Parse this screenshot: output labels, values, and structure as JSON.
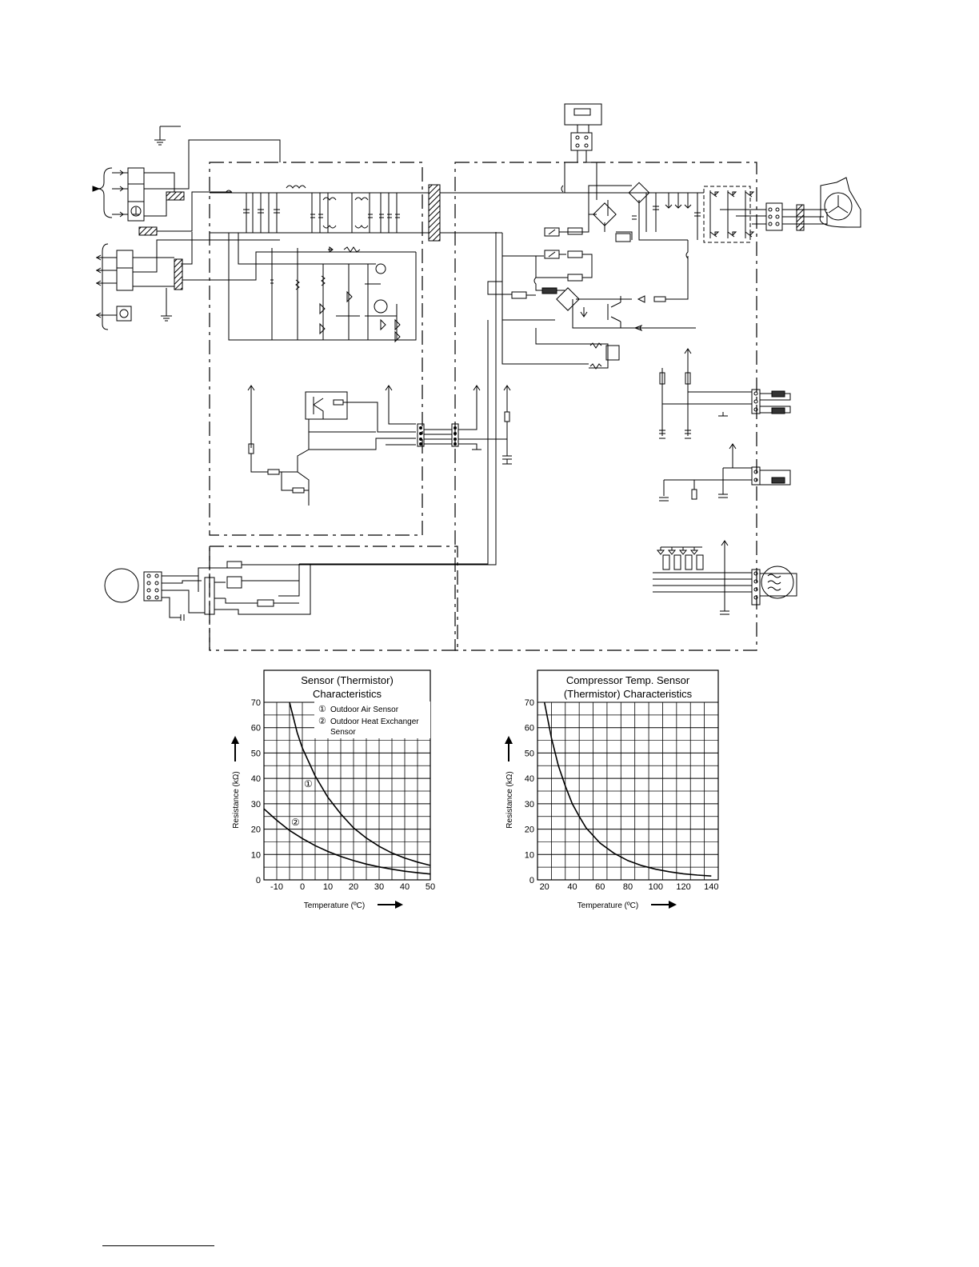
{
  "charts": [
    {
      "title_line1": "Sensor (Thermistor)",
      "title_line2": "Characteristics",
      "legend": [
        {
          "marker": "①",
          "label": "Outdoor Air Sensor"
        },
        {
          "marker": "②",
          "label": "Outdoor Heat Exchanger",
          "label2": "Sensor"
        }
      ],
      "xlabel": "Temperature (ºC)",
      "ylabel": "Resistance (kΩ)",
      "curve_markers": [
        "①",
        "②"
      ]
    },
    {
      "title_line1": "Compressor Temp. Sensor",
      "title_line2": "(Thermistor) Characteristics",
      "xlabel": "Temperature (ºC)",
      "ylabel": "Resistance (kΩ)"
    }
  ],
  "chart_data": [
    {
      "type": "line",
      "title": "Sensor (Thermistor) Characteristics",
      "xlabel": "Temperature (ºC)",
      "ylabel": "Resistance (kΩ)",
      "xlim": [
        -15,
        50
      ],
      "ylim": [
        0,
        70
      ],
      "xticks": [
        -10,
        0,
        10,
        20,
        30,
        40,
        50
      ],
      "yticks": [
        0,
        10,
        20,
        30,
        40,
        50,
        60,
        70
      ],
      "grid": true,
      "series": [
        {
          "name": "Outdoor Air Sensor",
          "x": [
            -5,
            -2,
            0,
            5,
            10,
            15,
            20,
            25,
            30,
            35,
            40,
            45,
            50
          ],
          "y": [
            70,
            58,
            52,
            41,
            32.5,
            26,
            20.5,
            16.5,
            13.2,
            10.6,
            8.6,
            7,
            5.7
          ]
        },
        {
          "name": "Outdoor Heat Exchanger Sensor",
          "x": [
            -15,
            -10,
            -5,
            0,
            5,
            10,
            15,
            20,
            25,
            30,
            35,
            40,
            45,
            50
          ],
          "y": [
            28,
            23.5,
            19.5,
            16.3,
            13.5,
            11.2,
            9.2,
            7.6,
            6.2,
            5.1,
            4.2,
            3.4,
            2.8,
            2.3
          ]
        }
      ]
    },
    {
      "type": "line",
      "title": "Compressor Temp. Sensor (Thermistor) Characteristics",
      "xlabel": "Temperature (ºC)",
      "ylabel": "Resistance (kΩ)",
      "xlim": [
        15,
        145
      ],
      "ylim": [
        0,
        70
      ],
      "xticks": [
        20,
        40,
        60,
        80,
        100,
        120,
        140
      ],
      "yticks": [
        0,
        10,
        20,
        30,
        40,
        50,
        60,
        70
      ],
      "grid": true,
      "series": [
        {
          "x": [
            20,
            25,
            30,
            35,
            40,
            45,
            50,
            60,
            70,
            80,
            90,
            100,
            110,
            120,
            130,
            140
          ],
          "y": [
            70,
            56,
            45,
            37,
            30,
            25,
            20.5,
            14.5,
            10.5,
            7.6,
            5.6,
            4.2,
            3.2,
            2.4,
            1.9,
            1.5
          ]
        }
      ]
    }
  ]
}
